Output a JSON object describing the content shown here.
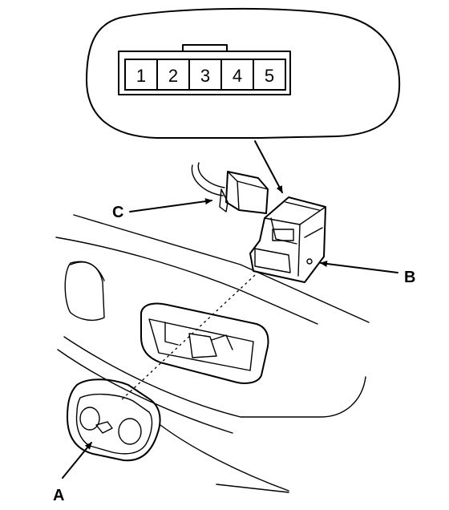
{
  "connector_pins": [
    "1",
    "2",
    "3",
    "4",
    "5"
  ],
  "callouts": {
    "a": "A",
    "b": "B",
    "c": "C"
  }
}
